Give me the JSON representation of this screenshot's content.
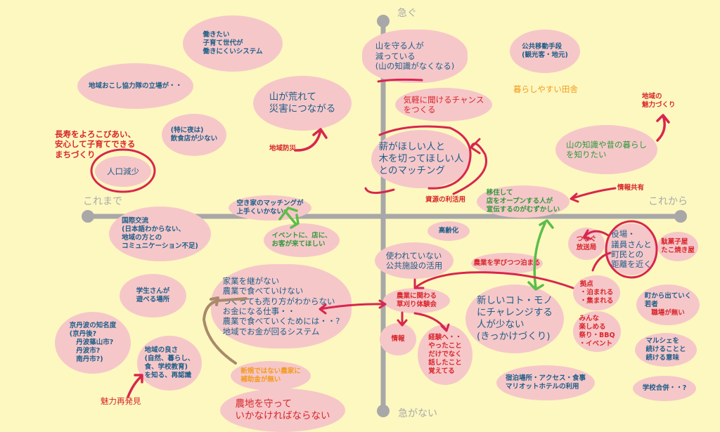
{
  "axes": {
    "top": "急ぐ",
    "bottom": "急がない",
    "left": "これまで",
    "right": "これから"
  },
  "colors": {
    "background": "#fdf8c0",
    "note": "#f6c7c9",
    "blue": "#1d5e88",
    "red": "#d8262c",
    "green": "#2f9a3a",
    "orange": "#f29b1e",
    "axis": "#a8a8a8"
  },
  "notes": [
    "働きたい\n子育て世代が\n働きにくいシステム",
    "地域おこし協力隊の立場が・・",
    "山が荒れて\n災害につながる",
    "(特に夜は)\n飲食店が少ない",
    "長寿をよろこびあい、\n安心して子育てできる\nまちづくり",
    "人口減少",
    "地域防災",
    "山を守る人が\n減っている\n(山の知識がなくなる)",
    "公共移動手段\n(観光客・地元)",
    "暮らしやすい田舎",
    "気軽に聞けるチャンス\nをつくる",
    "地域の\n魅力づくり",
    "薪がほしい人と\n木を切ってほしい人\nとのマッチング",
    "山の知識や昔の暮らし\nを知りたい",
    "情報共有",
    "資源の利活用",
    "移住して\n店をオープンする人が\n宣伝するのがむずかしい",
    "空き家のマッチングが\n上手くいかない",
    "イベントに、店に、\nお客が来てほしい",
    "国際交流\n(日本語わからない、\n地域の方との\nコミュニケーション不足)",
    "高齢化",
    "使われていない\n公共施設の活用",
    "農業を学びつつ泊まる",
    "つなぐ\n放送局",
    "役場・\n議員さんと\n町民との\n距離を近く",
    "駄菓子屋\nたこ焼き屋",
    "家業を継がない\n農業で食べていけない\nつくっても売り方がわからない\nお金になる仕事・・\n農業で食べていくためには・・?\n地域でお金が回るシステム",
    "学生さんが\n遊べる場所",
    "農業に関わる\n草刈り体験会",
    "新しいコト・モノ\nにチャレンジする\n人が少ない\n(きっかけづくり)",
    "拠点\n・泊まれる\n・集まれる",
    "町から出ていく\n若者",
    "職場が無い",
    "みんな\n楽しめる\n祭り・BBQ\n・イベント",
    "京丹波の知名度\n(京丹後?\n　丹波篠山市?\n　丹波市?\n　南丹市?)",
    "情報",
    "経験へ・・\nやったこと\nだけでなく\n話したこと\n覚えてる",
    "地域の良さ\n(自然、暮らし、\n食、学校教育)\nを知る、再認識",
    "マルシェを\n続けることと\n続ける意味",
    "新規ではない農家に\n補助金が無い",
    "宿泊場所・アクセス・食事\nマリオットホテルの利用",
    "学校合併・・?",
    "魅力再発見",
    "農地を守って\nいかなければならない"
  ]
}
